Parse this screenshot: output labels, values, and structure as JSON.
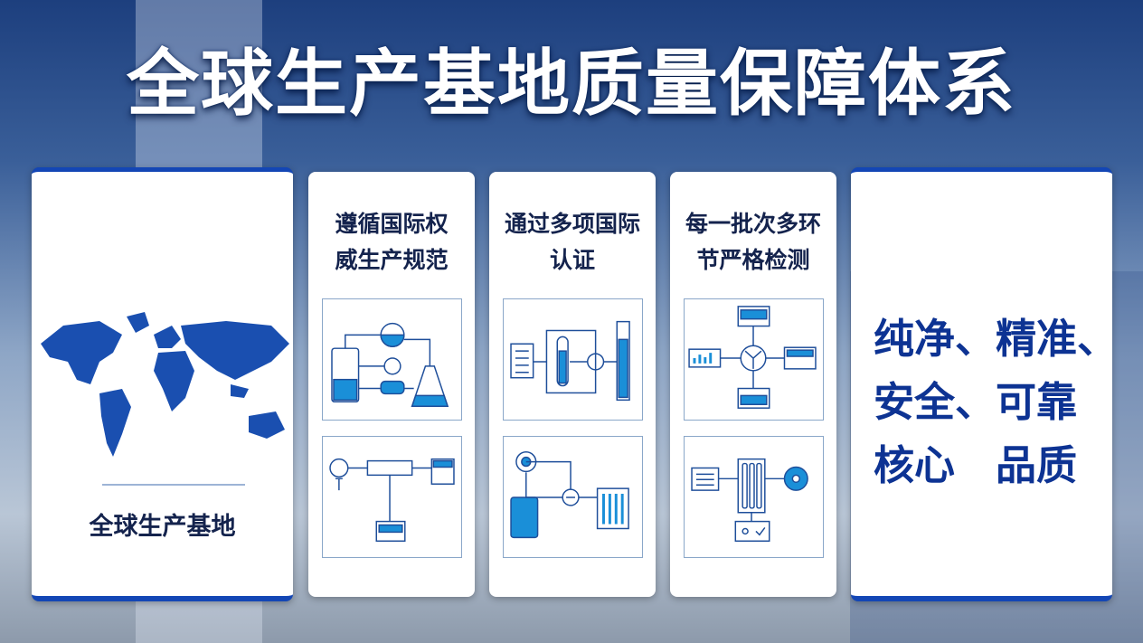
{
  "title": "全球生产基地质量保障体系",
  "cards": [
    {
      "label": "全球生产基地",
      "icon": "world-map-icon"
    },
    {
      "heading_lines": [
        "遵循国际权",
        "威生产规范"
      ],
      "icons": [
        "lab-process-diagram-icon",
        "lightbulb-process-diagram-icon"
      ]
    },
    {
      "heading_lines": [
        "通过多项国际",
        "认证"
      ],
      "icons": [
        "test-tube-certification-diagram-icon",
        "filter-process-diagram-icon"
      ]
    },
    {
      "heading_lines": [
        "每一批次多环",
        "节严格检测"
      ],
      "icons": [
        "inspection-flow-diagram-icon",
        "checklist-flow-diagram-icon"
      ]
    },
    {
      "slogan_lines": [
        "纯净、精准、",
        "安全、可靠",
        "核心　品质"
      ]
    }
  ],
  "colors": {
    "accent": "#1346b5",
    "text_dark": "#14234d",
    "icon_blue": "#1a8fd8"
  }
}
